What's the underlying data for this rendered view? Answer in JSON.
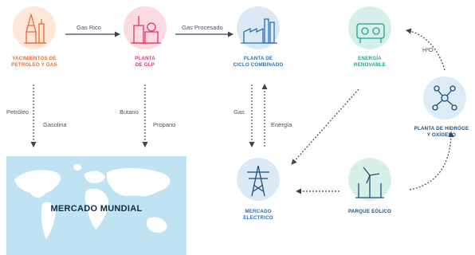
{
  "nodes": {
    "yacimientos": {
      "label_line1": "YACIMIENTOS DE",
      "label_line2": "PETROLEO Y GAS",
      "icon": "oil-rig-icon",
      "color": "#ec6a33"
    },
    "planta_glp": {
      "label_line1": "PLANTA",
      "label_line2": "DE GLP",
      "icon": "gas-plant-icon",
      "color": "#e8335e"
    },
    "ciclo_combinado": {
      "label_line1": "PLANTA DE",
      "label_line2": "CICLO COMBINADO",
      "icon": "power-plant-icon",
      "color": "#2b6fb3"
    },
    "energia_renovable": {
      "label_line1": "ENERGÍA",
      "label_line2": "RENOVABLE",
      "icon": "electrolyzer-icon",
      "color": "#1fa38a"
    },
    "hidrogeno": {
      "label_line1": "PLANTA DE HIDRÓGE",
      "label_line2": "Y OXÍGENO",
      "icon": "molecule-icon",
      "color": "#1f4e79"
    },
    "mercado_electrico": {
      "label_line1": "MERCADO",
      "label_line2": "ELECTRICO",
      "icon": "transmission-tower-icon",
      "color": "#2b6fb3"
    },
    "parque_eolico": {
      "label_line1": "PARQUE EÓLICO",
      "label_line2": "",
      "icon": "wind-turbine-icon",
      "color": "#1f4e79"
    },
    "mercado_mundial": {
      "label": "MERCADO MUNDIAL",
      "icon": "world-map-icon"
    }
  },
  "edges": {
    "gas_rico": "Gas Rico",
    "gas_procesado": "Gas Procesado",
    "petroleo": "Petróleo",
    "gasolina": "Gasolina",
    "butano": "Butano",
    "propano": "Propano",
    "gas": "Gas",
    "energia": "Energía",
    "h2o": "H²O"
  },
  "colors": {
    "arrow": "#3d4350",
    "map_bg": "#bfe3f2",
    "map_land": "#ffffff"
  }
}
